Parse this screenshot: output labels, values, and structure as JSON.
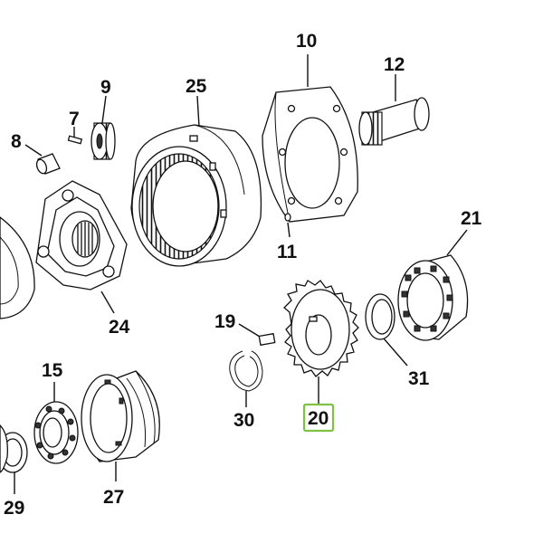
{
  "colors": {
    "highlight": "#7dc242",
    "line": "#111111"
  },
  "callouts": {
    "c10": "10",
    "c12": "12",
    "c25": "25",
    "c9": "9",
    "c7": "7",
    "c8": "8",
    "c21": "21",
    "c11": "11",
    "c24": "24",
    "c19": "19",
    "c31": "31",
    "c15": "15",
    "c30": "30",
    "c20": "20",
    "c27": "27",
    "c29": "29"
  },
  "highlighted_callout": "20"
}
